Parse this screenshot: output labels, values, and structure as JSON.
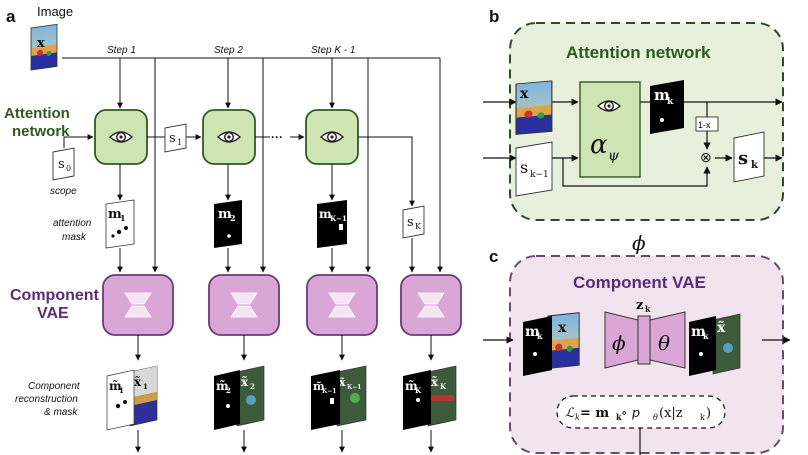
{
  "panel_letters": {
    "a": "a",
    "b": "b",
    "c": "c"
  },
  "image_label": "Image",
  "x_symbol": "x",
  "steps": [
    "Step 1",
    "Step 2",
    "Step K - 1"
  ],
  "attention_network_label": [
    "Attention",
    "network"
  ],
  "component_vae_label": [
    "Component",
    "VAE"
  ],
  "scope_symbols": {
    "s0": "s",
    "s0_sub": "0",
    "s1": "s",
    "s1_sub": "1",
    "sK": "s",
    "sK_sub": "K"
  },
  "scope_label": "scope",
  "attention_mask_label": [
    "attention",
    "mask"
  ],
  "mask_symbols": {
    "m1": "m",
    "m1_sub": "1",
    "m2": "m",
    "m2_sub": "2",
    "mK1": "m",
    "mK1_sub": "K−1"
  },
  "dots": "···",
  "recon_label": [
    "Component",
    "reconstruction",
    "& mask"
  ],
  "recon_symbols": {
    "m1": "m̃",
    "m1_sub": "1",
    "x1": "x̃",
    "x1_sub": "1",
    "m2": "m̃",
    "m2_sub": "2",
    "x2": "x̃",
    "x2_sub": "2",
    "mK1": "m̃",
    "mK1_sub": "K−1",
    "xK1": "x̃",
    "xK1_sub": "K−1",
    "mK": "m̃",
    "mK_sub": "K",
    "xK": "x̃",
    "xK_sub": "K"
  },
  "panel_b": {
    "title": "Attention network",
    "x": "x",
    "mk": "m",
    "mk_sub": "k",
    "sk1": "s",
    "sk1_sub": "k−1",
    "alpha": "α",
    "alpha_sub": "ψ",
    "one_minus_x": "1-x",
    "times": "⊗",
    "sk": "s",
    "sk_sub": "k"
  },
  "panel_c": {
    "phi_top": "ϕ",
    "title": "Component VAE",
    "mk": "m",
    "mk_sub": "k",
    "x": "x",
    "zk": "z",
    "zk_sub": "k",
    "phi": "ϕ",
    "theta": "θ",
    "mk_out": "m",
    "mk_out_sub": "k",
    "x_out": "x̃",
    "loss": "ℒ",
    "loss_sub": "k",
    "loss_rhs": " = m",
    "loss_rhs_sub": "k",
    "loss_tail": " ∘ p",
    "loss_tail_sub": "θ",
    "loss_end": "(x|z",
    "loss_end_sub": "k",
    "loss_close": ")"
  },
  "colors": {
    "green_fill": "#cfe4b3",
    "green_border": "#3a6a2a",
    "green_bg": "#e6f0da",
    "vae_fill": "#d9a6d5",
    "vae_border": "#6a3a78",
    "vae_bg": "#f1e4ef",
    "purple_text": "#5b2b7a",
    "green_text": "#2e5a22"
  }
}
